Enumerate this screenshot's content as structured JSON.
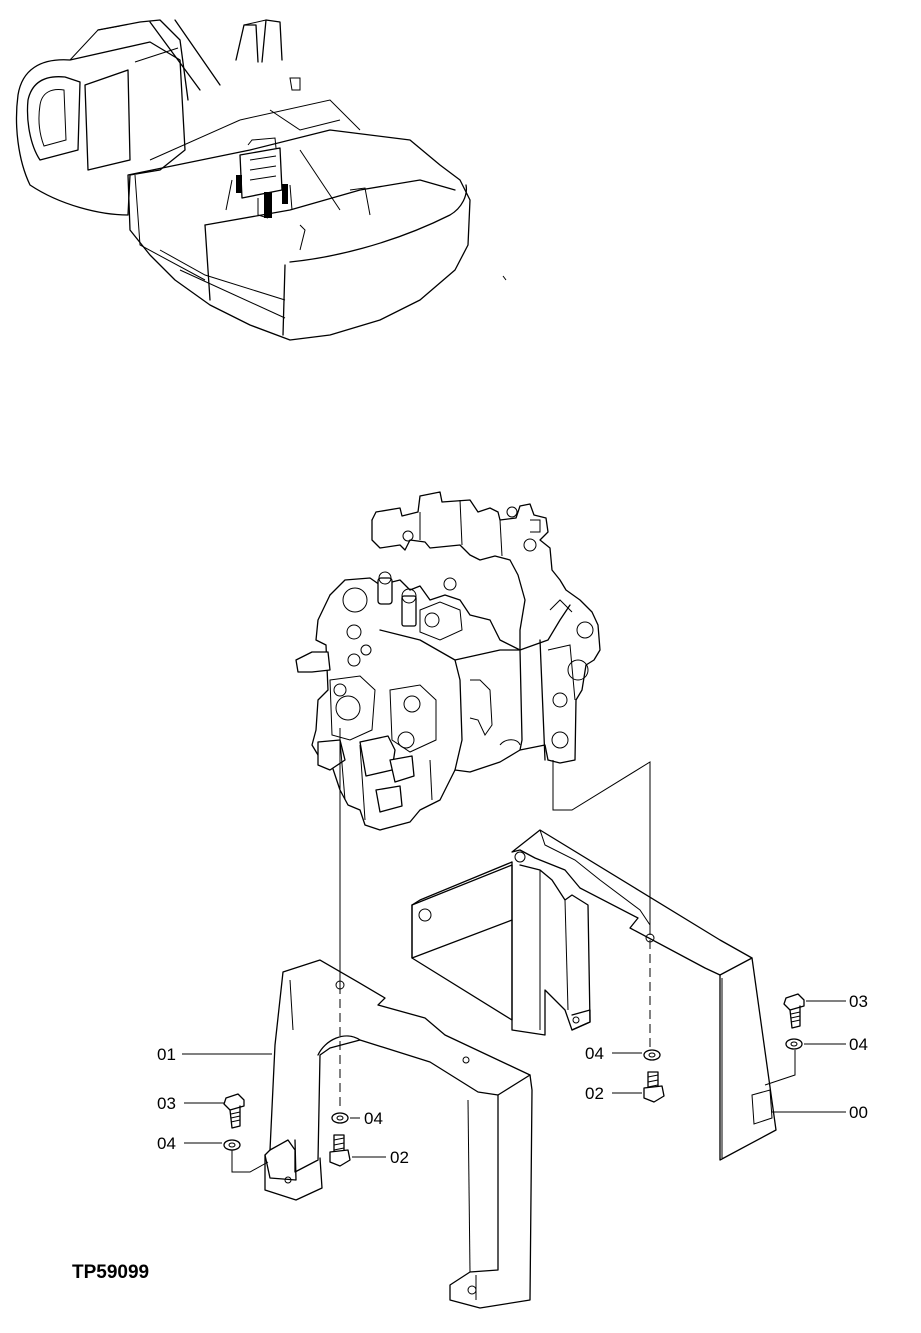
{
  "drawing_code": "TP59099",
  "callouts": [
    {
      "id": "c01",
      "text": "01"
    },
    {
      "id": "c03_left",
      "text": "03"
    },
    {
      "id": "c04_left",
      "text": "04"
    },
    {
      "id": "c04_mid_left",
      "text": "04"
    },
    {
      "id": "c02_left",
      "text": "02"
    },
    {
      "id": "c04_mid_right",
      "text": "04"
    },
    {
      "id": "c02_right",
      "text": "02"
    },
    {
      "id": "c03_right",
      "text": "03"
    },
    {
      "id": "c04_right",
      "text": "04"
    },
    {
      "id": "c00",
      "text": "00"
    }
  ]
}
